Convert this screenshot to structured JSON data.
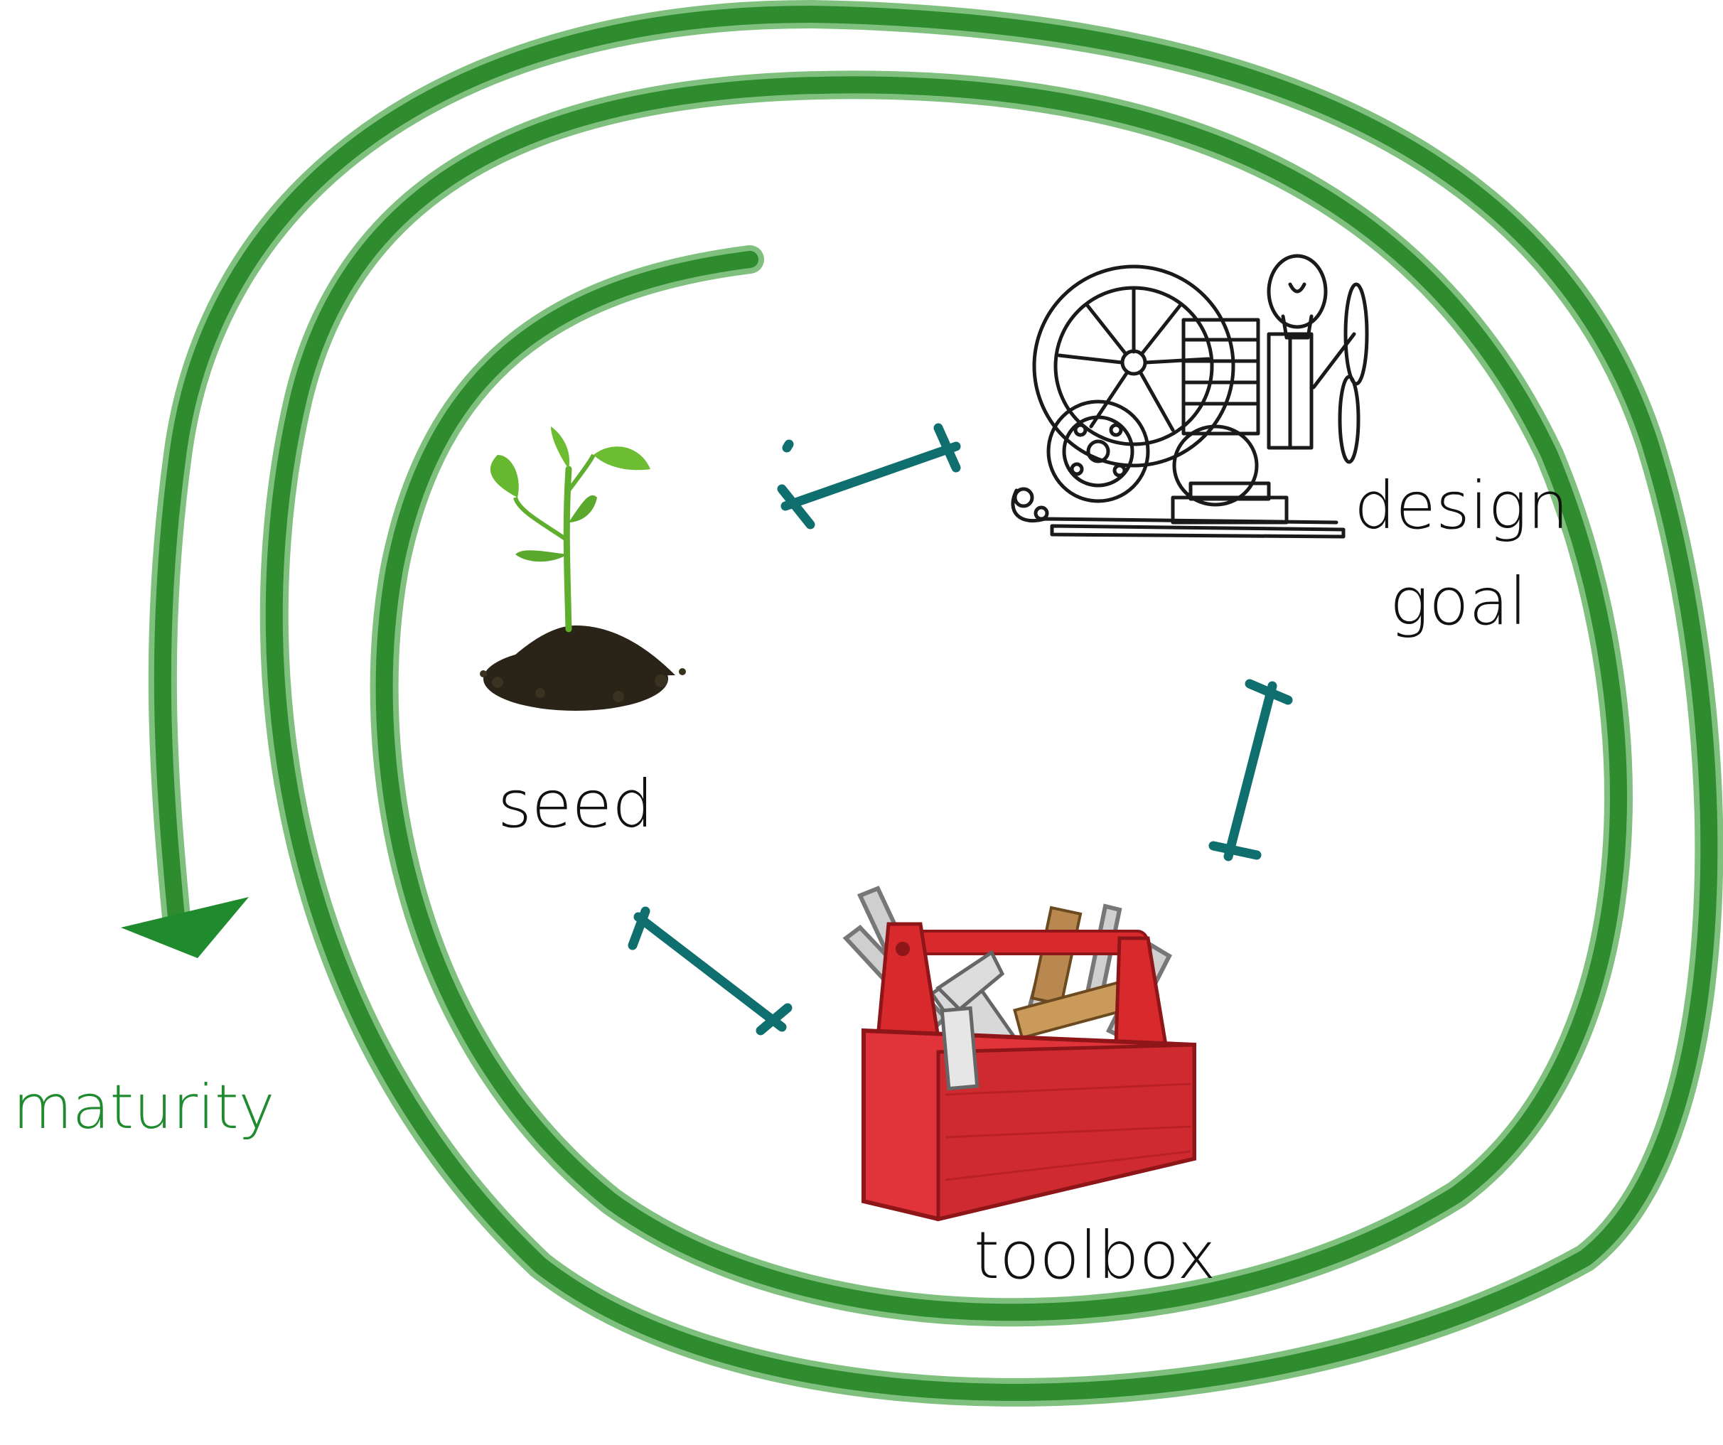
{
  "labels": {
    "seed": "seed",
    "design": "design",
    "goal": "goal",
    "toolbox": "toolbox",
    "maturity": "maturity"
  },
  "colors": {
    "spiral": "#2e8b2e",
    "spiral_edge": "#7fc07f",
    "maturity_text": "#1f8a2e",
    "arrows": "#0f6e6e",
    "toolbox_red": "#d8292d",
    "plant_green": "#5fae2e",
    "soil": "#2a2418"
  },
  "icons": {
    "seed": "sprout-in-soil-icon",
    "design_goal": "machine-sketch-icon",
    "toolbox": "red-toolbox-icon"
  }
}
